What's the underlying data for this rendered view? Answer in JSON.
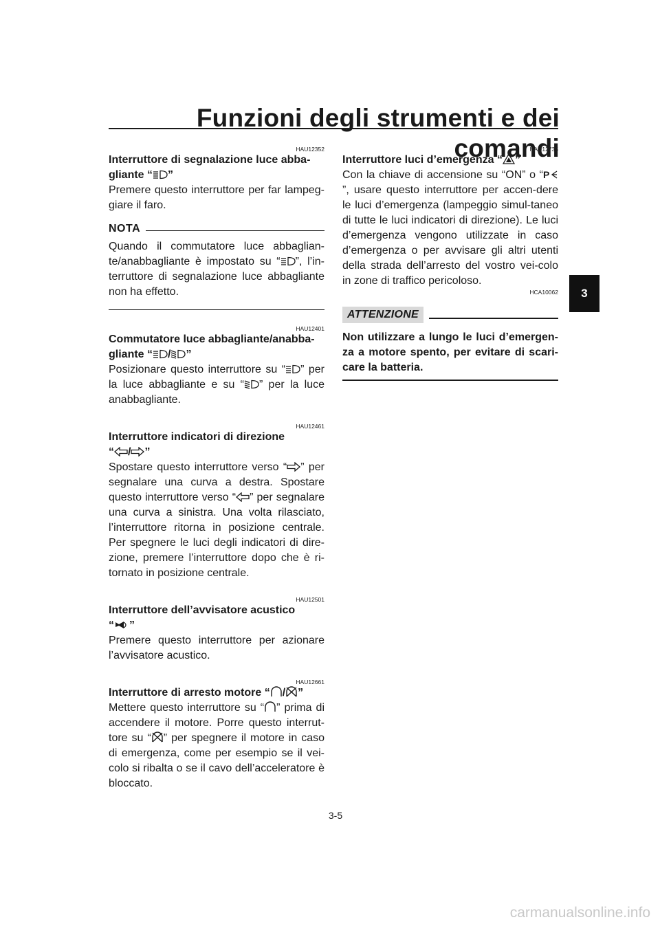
{
  "header": {
    "title": "Funzioni degli strumenti e dei comandi"
  },
  "chapter_tab": "3",
  "left": {
    "s1": {
      "code": "HAU12352",
      "h_a": "Interruttore di segnalazione luce abba-",
      "h_b1": "gliante “",
      "h_b2": "”",
      "p1": "Premere questo interruttore per far lampeg-giare il faro."
    },
    "note": {
      "label": "NOTA",
      "t1": "Quando il commutatore luce abbaglian-te/anabbagliante è impostato su “",
      "t2": "”, l’in-terruttore di segnalazione luce abbagliante non ha effetto."
    },
    "s2": {
      "code": "HAU12401",
      "h_a": "Commutatore luce abbagliante/anabba-",
      "h_b1": "gliante “",
      "h_b2": "/",
      "h_b3": "”",
      "p1": "Posizionare questo interruttore su “",
      "p2": "” per la luce abbagliante e su “",
      "p3": "” per la luce anabbagliante."
    },
    "s3": {
      "code": "HAU12461",
      "h_a": "Interruttore indicatori di direzione",
      "h_b1": "“",
      "h_b2": "/",
      "h_b3": "”",
      "p1": "Spostare questo interruttore verso “",
      "p2": "” per segnalare una curva a destra. Spostare questo interruttore verso “",
      "p3": "” per segnalare una curva a sinistra. Una volta rilasciato, l’interruttore ritorna in posizione centrale. Per spegnere le luci degli indicatori di dire-zione, premere l’interruttore dopo che è ri-tornato in posizione centrale."
    },
    "s4": {
      "code": "HAU12501",
      "h_a": "Interruttore dell’avvisatore acustico",
      "h_b1": "“",
      "h_b2": "”",
      "p1": "Premere questo interruttore per azionare l’avvisatore acustico."
    },
    "s5": {
      "code": "HAU12661",
      "h1": "Interruttore di arresto motore “",
      "h2": "/",
      "h3": "”",
      "p1": "Mettere questo interruttore su “",
      "p2": "” prima di accendere il motore. Porre questo interrut-tore su “",
      "p3": "” per spegnere il motore in caso di emergenza, come per esempio se il vei-colo si ribalta o se il cavo dell’acceleratore è bloccato."
    }
  },
  "right": {
    "s6": {
      "code": "HAU12735",
      "h1": "Interruttore luci d’emergenza “",
      "h2": "”",
      "p1": "Con la chiave di accensione su “ON” o “",
      "p2": "”, usare questo interruttore per accen-dere le luci d’emergenza (lampeggio simul-taneo di tutte le luci indicatori di direzione). Le luci d’emergenza vengono utilizzate in caso d’emergenza o per avvisare gli altri utenti della strada dell’arresto del vostro vei-colo in zone di traffico pericoloso."
    },
    "caution": {
      "code": "HCA10062",
      "label": "ATTENZIONE",
      "text": "Non utilizzare a lungo le luci d’emergen-za a motore spento, per evitare di scari-care la batteria."
    }
  },
  "footer": {
    "page_number": "3-5",
    "watermark": "carmanualsonline.info"
  }
}
